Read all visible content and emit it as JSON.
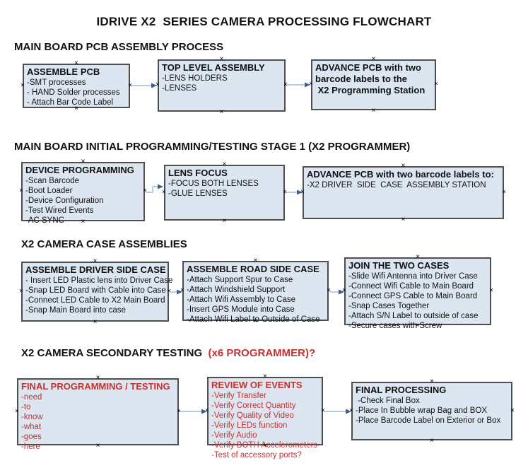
{
  "title": "IDRIVE X2  SERIES CAMERA PROCESSING FLOWCHART",
  "colors": {
    "box_fill": "#dce6f1",
    "box_border": "#4e4e4e",
    "red_text": "#c43131",
    "arrow_line": "#a3b8d0",
    "arrow_head": "#3a5f92",
    "text": "#111111"
  },
  "sections": [
    {
      "heading": "MAIN BOARD PCB ASSEMBLY PROCESS",
      "boxes": [
        {
          "title_lines": [
            "ASSEMBLE PCB"
          ],
          "items": [
            "-SMT processes",
            "- HAND Solder processes",
            "- Attach Bar Code Label"
          ]
        },
        {
          "title_lines": [
            "TOP LEVEL ASSEMBLY"
          ],
          "items": [
            "-LENS HOLDERS",
            "-LENSES"
          ]
        },
        {
          "title_lines": [
            "ADVANCE PCB with two",
            "barcode labels to the",
            " X2 Programming Station"
          ],
          "items": []
        }
      ]
    },
    {
      "heading": "MAIN BOARD INITIAL PROGRAMMING/TESTING STAGE 1 (X2 PROGRAMMER)",
      "boxes": [
        {
          "title_lines": [
            "DEVICE PROGRAMMING"
          ],
          "items": [
            "-Scan Barcode",
            "-Boot Loader",
            "-Device Configuration",
            "-Test Wired Events",
            "-AC SYNC"
          ]
        },
        {
          "title_lines": [
            "LENS FOCUS"
          ],
          "items": [
            "-FOCUS BOTH LENSES",
            "-GLUE LENSES"
          ]
        },
        {
          "title_lines": [
            "ADVANCE PCB with two barcode labels to:"
          ],
          "items": [
            "-X2 DRIVER  SIDE  CASE  ASSEMBLY STATION"
          ]
        }
      ]
    },
    {
      "heading": "X2 CAMERA CASE ASSEMBLIES",
      "boxes": [
        {
          "title_lines": [
            "ASSEMBLE DRIVER SIDE CASE"
          ],
          "items": [
            "- Insert LED Plastic lens into Driver Case",
            "-Snap LED Board with Cable into Case",
            "-Connect LED Cable to X2 Main Board",
            "-Snap Main Board into case"
          ]
        },
        {
          "title_lines": [
            "ASSEMBLE ROAD SIDE CASE"
          ],
          "items": [
            "-Attach Support Spur to Case",
            "-Attach Windshield Support",
            "-Attach Wifi Assembly to Case",
            "-Insert GPS Module into Case",
            "-Attach Wifi Label to Outside of Case"
          ]
        },
        {
          "title_lines": [
            "JOIN THE TWO CASES"
          ],
          "items": [
            "-Slide Wifi Antenna into Driver Case",
            "-Connect Wifi Cable to Main Board",
            "-Connect GPS Cable to Main Board",
            "-Snap Cases Together",
            "-Attach S/N Label to outside of case",
            "-Secure cases with Screw"
          ]
        }
      ]
    },
    {
      "heading": "X2 CAMERA SECONDARY TESTING ",
      "heading_red": " (x6 PROGRAMMER)?",
      "boxes": [
        {
          "title_lines": [
            "FINAL PROGRAMMING / TESTING"
          ],
          "items": [
            "-need",
            "-to",
            "-know",
            "-what",
            "-goes",
            "-here"
          ],
          "red": true
        },
        {
          "title_lines": [
            "REVIEW OF EVENTS"
          ],
          "items": [
            "-Verify Transfer",
            "-Verify Correct Quantity",
            "-Verify Quality of Video",
            "-Verify LEDs function",
            "-Verify Audio",
            "-Verify BOTH Accelerometers",
            "-Test of accessory ports?"
          ],
          "red": true
        },
        {
          "title_lines": [
            "FINAL PROCESSING"
          ],
          "items": [
            " -Check Final Box",
            "-Place In Bubble wrap Bag and BOX",
            "-Place Barcode Label on Exterior or Box"
          ]
        }
      ]
    }
  ]
}
